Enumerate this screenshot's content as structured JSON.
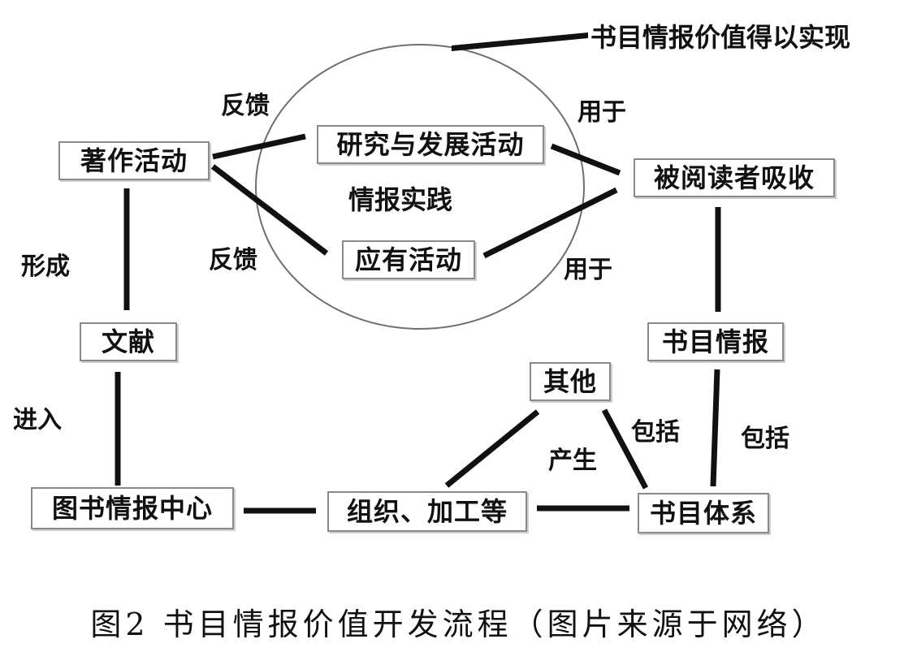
{
  "nodes": {
    "zhuzuo": "著作活动",
    "yanjiu": "研究与发展活动",
    "yingyou": "应有活动",
    "beiyuedu": "被阅读者吸收",
    "wenxian": "文献",
    "shumu_qingbao": "书目情报",
    "qita": "其他",
    "tushu_zhongxin": "图书情报中心",
    "zuzhi": "组织、加工等",
    "shumu_tixi": "书目体系"
  },
  "labels": {
    "realized": "书目情报价值得以实现",
    "feedback_top": "反馈",
    "feedback_bottom": "反馈",
    "used_for_top": "用于",
    "used_for_bottom": "用于",
    "practice": "情报实践",
    "form": "形成",
    "enter": "进入",
    "include_left": "包括",
    "include_right": "包括",
    "produce": "产生"
  },
  "caption": "图2 书目情报价值开发流程（图片来源于网络）"
}
